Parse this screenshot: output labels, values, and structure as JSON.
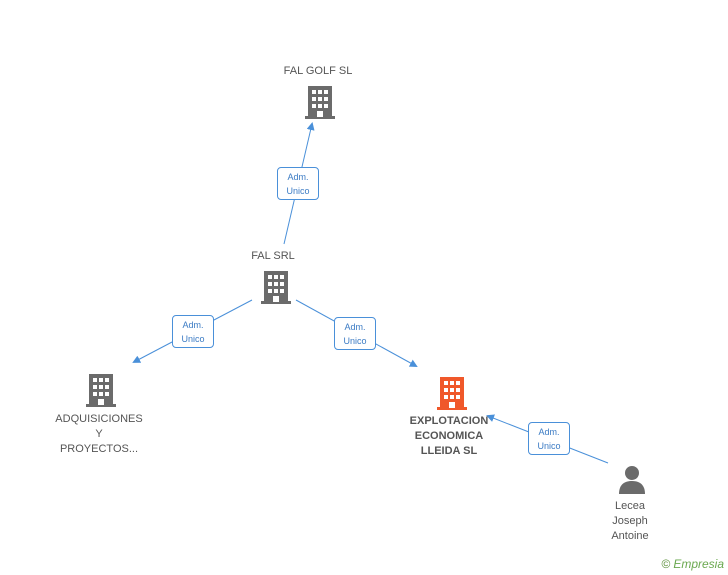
{
  "nodes": {
    "fal_golf": {
      "label": "FAL GOLF SL"
    },
    "fal_srl": {
      "label": "FAL SRL"
    },
    "adquisiciones": {
      "label": "ADQUISICIONES\nY\nPROYECTOS..."
    },
    "explotacion": {
      "label": "EXPLOTACION\nECONOMICA\nLLEIDA SL"
    },
    "lecea": {
      "label": "Lecea\nJoseph\nAntoine"
    }
  },
  "edges": {
    "srl_to_golf": {
      "line1": "Adm.",
      "line2": "Unico"
    },
    "srl_to_adq": {
      "line1": "Adm.",
      "line2": "Unico"
    },
    "srl_to_explot": {
      "line1": "Adm.",
      "line2": "Unico"
    },
    "lecea_to_explot": {
      "line1": "Adm.",
      "line2": "Unico"
    }
  },
  "colors": {
    "edge": "#4a90d9",
    "building": "#6b6b6b",
    "building_focus": "#f0582a",
    "person": "#6b6b6b"
  },
  "brand": {
    "copyright": "©",
    "name": "Empresia"
  }
}
